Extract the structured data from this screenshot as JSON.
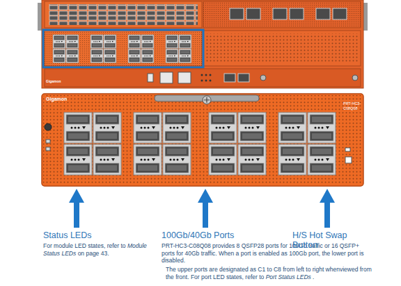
{
  "diagram": {
    "labels": [
      "Gigamon",
      "Gigamon",
      "PRT-HC3-C08Q08",
      "Status LEDs",
      "For module LED states, refer to",
      "Module Status LEDs",
      "on page 43.",
      "100Gb/40Gb Ports",
      "PRT-HC3-C08Q08 provides 8 QSFP28 ports for 100Gb traffic or 16 QSFP+ ports for 40Gb traffic. When a port is enabled as 100Gb port, the lower port is disabled.",
      "The upper ports are designated as C1 to C8 from left to right whenviewed from the front. For port LED states, refer to",
      "Port Status LEDs .",
      "H/S Hot Swap Button"
    ]
  }
}
